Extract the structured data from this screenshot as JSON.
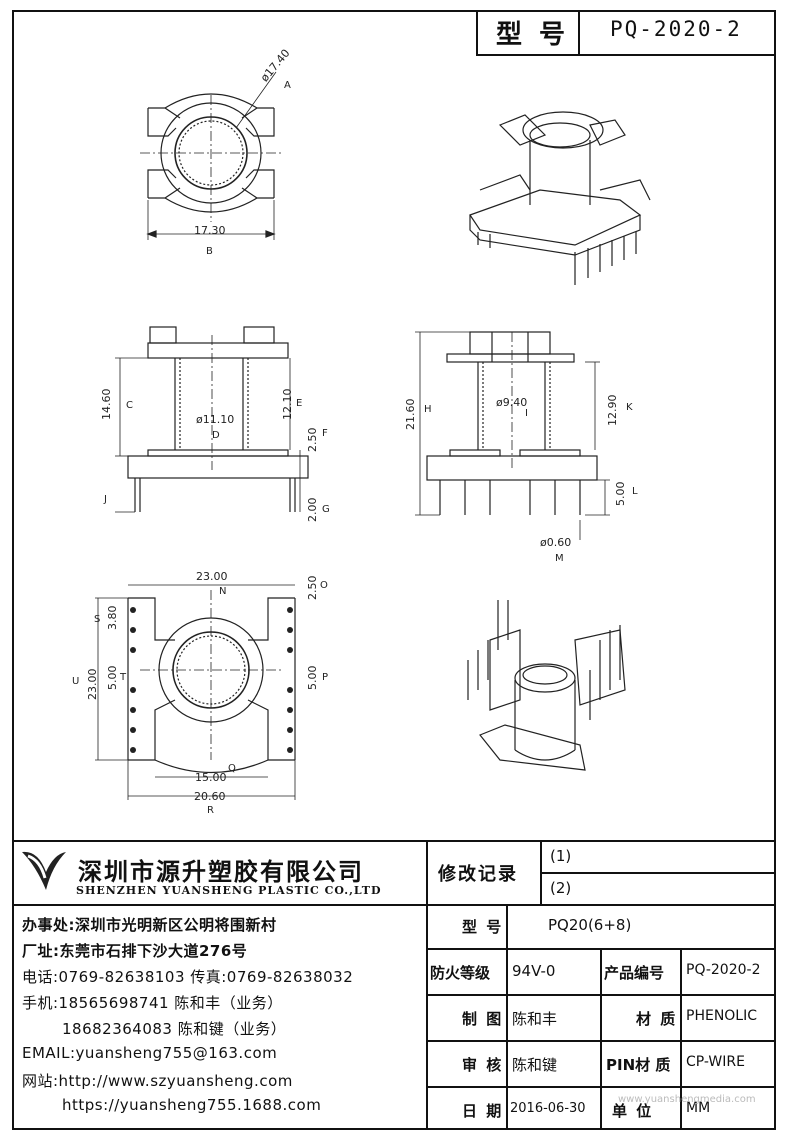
{
  "header": {
    "model_label": "型 号",
    "model_value": "PQ-2020-2"
  },
  "dimensions": {
    "A_value": "ø17.40",
    "A": "A",
    "B_value": "17.30",
    "B": "B",
    "C_value": "14.60",
    "C": "C",
    "D_value": "ø11.10",
    "D": "D",
    "E_value": "12.10",
    "E": "E",
    "F_value": "2.50",
    "F": "F",
    "G_value": "2.00",
    "G": "G",
    "J": "J",
    "H_value": "21.60",
    "H": "H",
    "I_value": "ø9.40",
    "I": "I",
    "K_value": "12.90",
    "K": "K",
    "L_value": "5.00",
    "L": "L",
    "M_value": "ø0.60",
    "M": "M",
    "N_value": "23.00",
    "N": "N",
    "O_value": "2.50",
    "O": "O",
    "S_value": "3.80",
    "S": "S",
    "U_value": "23.00",
    "U": "U",
    "T_value": "5.00",
    "T": "T",
    "P_value": "5.00",
    "P": "P",
    "Q_value": "15.00",
    "Q": "Q",
    "R_value": "20.60",
    "R": "R"
  },
  "company": {
    "name_cn": "深圳市源升塑胶有限公司",
    "name_en": "SHENZHEN YUANSHENG PLASTIC CO.,LTD",
    "office": "办事处:深圳市光明新区公明将围新村",
    "factory": "厂址:东莞市石排下沙大道276号",
    "phone": "电话:0769-82638103 传真:0769-82638032",
    "mobile1": "手机:18565698741 陈和丰（业务）",
    "mobile2": "18682364083 陈和键（业务）",
    "email": "EMAIL:yuansheng755@163.com",
    "web1": "网站:http://www.szyuansheng.com",
    "web2": "https://yuansheng755.1688.com"
  },
  "table": {
    "revision_label": "修改记录",
    "rev1": "(1)",
    "rev2": "(2)",
    "model_label": "型 号",
    "model_value": "PQ20(6+8)",
    "fire_label": "防火等级",
    "fire_value": "94V-0",
    "product_no_label": "产品编号",
    "product_no_value": "PQ-2020-2",
    "drawn_label": "制 图",
    "drawn_value": "陈和丰",
    "material_label": "材 质",
    "material_value": "PHENOLIC",
    "review_label": "审 核",
    "review_value": "陈和键",
    "pin_label": "PIN材 质",
    "pin_value": "CP-WIRE",
    "date_label": "日 期",
    "date_value": "2016-06-30",
    "unit_label": "单 位",
    "unit_value": "MM"
  },
  "watermark": "www.yuanshengmedia.com"
}
